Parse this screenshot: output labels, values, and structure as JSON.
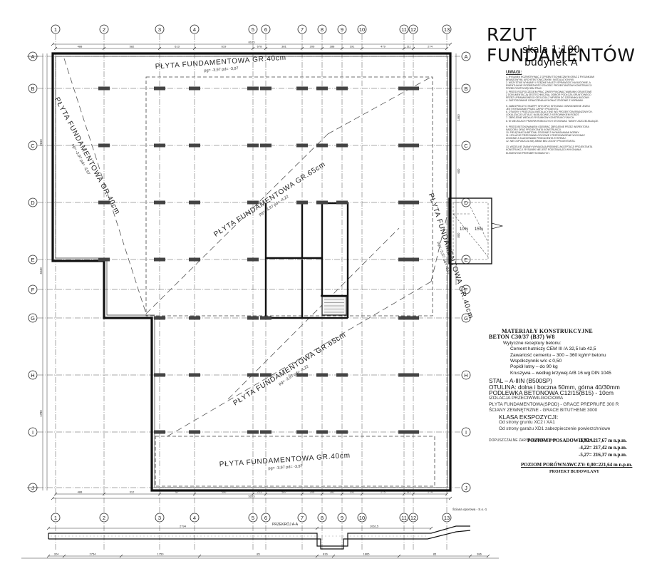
{
  "drawing": {
    "title": "RZUT  FUNDAMENTÓW",
    "scale": "skala 1:100",
    "building": "budynek A"
  },
  "grid": {
    "columns": [
      "1",
      "2",
      "3",
      "4",
      "5",
      "6",
      "7",
      "8",
      "9",
      "10",
      "11",
      "12",
      "13"
    ],
    "rows": [
      "A",
      "B",
      "C",
      "D",
      "E",
      "F",
      "G",
      "H",
      "I",
      "J"
    ]
  },
  "slabs": [
    {
      "label": "PŁYTA FUNDAMENTOWA GR.40cm",
      "level": "pg= -3,97 pd= -3,97"
    },
    {
      "label": "PŁYTA FUNDAMENTOWA GR.40cm",
      "level": "pg= -3,97 pd= -3,97"
    },
    {
      "label": "PŁYTA FUNDAMENTOWA GR.65cm",
      "level": "pg= -3,97 pd= -4,22"
    },
    {
      "label": "PŁYTA FUNDAMENTOWA GR.40cm",
      "level": "pg= -3,97 pd= -3,97"
    },
    {
      "label": "PŁYTA FUNDAMENTOWA GR.65cm",
      "level": "pg= -3,97 pd= -4,22"
    },
    {
      "label": "PŁYTA FUNDAMENTOWA GR.40cm",
      "level": "pg= -3,97 pd= -3,97"
    }
  ],
  "ramp": {
    "slope1": "10%",
    "slope2": "15%"
  },
  "section": {
    "label": "PRZEKRÓJ A-A",
    "wall_note": "Ściana oporowa - S.o.-1"
  },
  "dims": {
    "top": [
      "488",
      "582",
      "613",
      "619",
      "678",
      "381",
      "206",
      "288",
      "191",
      "479",
      "111",
      "274"
    ],
    "total": "8103",
    "bottom": [
      "488",
      "312",
      "87",
      "590",
      "213",
      "587",
      "206",
      "282",
      "191",
      "275",
      "111",
      "274"
    ],
    "bottom_total": "5103",
    "left_side": [
      "2150",
      "4540",
      "1780"
    ],
    "right_side": [
      "1460",
      "600",
      "800"
    ],
    "section_top": [
      "2794",
      "1062,5"
    ],
    "section_bottom": [
      "324",
      "2754",
      "1750",
      "85",
      "816",
      "1865",
      "85",
      "386"
    ]
  },
  "notes": {
    "title": "UWAGI:",
    "lines": [
      "1. RYSUNEK ROZPATRYWAĆ Z OPISEM TECHNICZNYM ORAZ Z RYSUNKAMI",
      "   BRANŻOWYMI, ARCHITEKTONICZNYMI I INSTALACYJNYMI.",
      "2. WSZYSTKIE WYMIARY I RZĘDNE NALEŻY SPRAWDZIĆ NA BUDOWIE, A",
      "   EWENTUALNE ROZBIEŻNOŚCI ZGŁOSIĆ PROJEKTANTOWI KONSTRUKCJI",
      "   PRZED ROZPOCZĘCIEM PRAC.",
      "3. PRZED ROZPOCZĘCIEM PRAC ZWERYFIKOWAĆ WARUNKI GRUNTOWE",
      "   Z DOKUMENTACJĄ GEOTECHNICZNĄ. ODBIÓR PODŁOŻA GRUNTOWEGO",
      "   PRZEZ UPRAWNIONEGO GEOLOGA Z WPISEM DO DZIENNIKA BUDOWY.",
      "4. ZASTOSOWANE OZNACZENIA WYKONAĆ ZGODNIE Z NORMAMI.",
      "",
      "5. ZABEZPIECZYĆ SKARPY WYKOPU I WYKONAĆ ODWODNIENIE JEŻELI",
      "   JEST WYMAGANE PRZEZ ZAPISY PROJEKTU.",
      "6. OTWORY I PRZEJŚCIA INSTALACYJNE WG PROJEKTÓW BRANŻOWYCH.",
      "   LOKALIZACJĘ USTALIĆ NA BUDOWIE Z KIEROWNIKIEM ROBÓT.",
      "7. ZBROJENIE WEDŁUG RYSUNKÓW KONSTRUKCYJNYCH.",
      "8. W MIEJSCACH PRZERW ROBOCZYCH STOSOWAĆ TAŚMY USZCZELNIAJĄCE.",
      "",
      "9. PRZED BETONOWANIEM ODEBRAĆ ZBROJENIE PRZEZ INSPEKTORA",
      "   NADZORU ORAZ PROJEKTANTA KONSTRUKCJI.",
      "10. PIELĘGNACJA BETONU ZGODNIE Z WYMAGANIAMI NORMY.",
      "11. IZOLACJE PRZECIWWILGOCIOWE I PRZECIWWODNE WYKONAĆ",
      "    ZGODNIE Z ZALECENIAMI PRODUCENTA SYSTEMU.",
      "12. NIE DOPUSZCZA SIĘ ZMIAN BEZ ZGODY PROJEKTANTA.",
      "",
      "13. WSZELKIE ZMIANY WYMAGAJĄ PISEMNEJ AKCEPTACJI PROJEKTANTA",
      "    KONSTRUKCJI. RYSUNEK NIE JEST PODSTAWĄ DO WYKONANIA",
      "    ELEMENTÓW PREFABRYKOWANYCH."
    ]
  },
  "materials": {
    "header1": "MATERIAŁY KONSTRUKCYJNE",
    "header2": "BETON  C30/37 (B37)  W8",
    "sub": "Wytyczne receptury betonu:",
    "lines": [
      "Cement hutniczy CEM III /A 32,5 lub 42,5",
      "Zawartość cementu – 300 – 360 kg/m³ betonu",
      "Współczynnik w/c  ≤ 0,50",
      "Popiół lotny – do 90 kg",
      "Kruszywa – według krzywej A/B 16 wg DIN 1045"
    ],
    "steel": "STAL – A-IIIN (B500SP)",
    "cover": "OTULINA: dolna i boczna 50mm, górna 40/30mm",
    "sublayer": "PODLEWKA BETONOWA C12/15(B15) - 10cm",
    "insulation": [
      "IZOLACJA PRZECIWWILGOCIOWA",
      "PŁYTA FUNDAMENTOWA(SPOD) - GRACE PREPRUFE 300 R",
      "ŚCIANY ZEWNĘTRZNE - GRACE BITUTHENE 3000"
    ],
    "exposure": "KLASA EKSPOZYCJI:",
    "exposure_lines": [
      "Od strony gruntu XC2 i XA1",
      "Od strony garażu XD1 zabezpieczenie powierzchniowe"
    ],
    "scratch": "DOPUSZCZALNE ZARYSOWANIE 0,3mm"
  },
  "levels": {
    "label": "POZIOMY POSADOWIENIA:",
    "values": [
      "-3,97= 217,67 m n.p.m.",
      "-4,22= 217,42 m n.p.m.",
      "-5,27= 216,37 m n.p.m."
    ],
    "ref_label": "POZIOM PORÓWNAWCZY: 0,00=221,64 m n.p.m.",
    "project": "PROJEKT BUDOWLANY"
  }
}
